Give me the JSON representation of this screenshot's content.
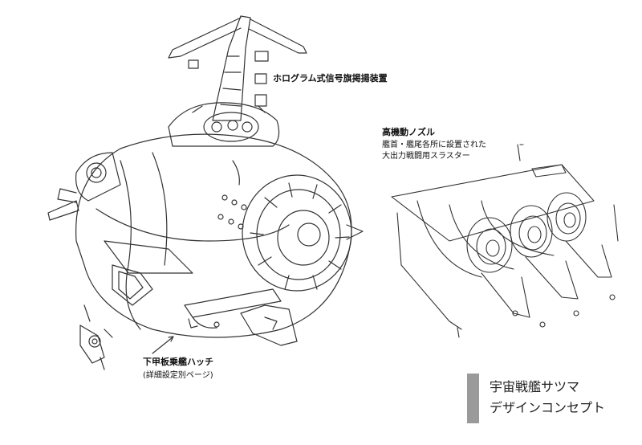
{
  "labels": {
    "hologram": "ホログラム式信号旗掲揚装置",
    "nozzle_title": "高機動ノズル",
    "nozzle_desc1": "艦首・艦尾各所に設置された",
    "nozzle_desc2": "大出力戦闘用スラスター",
    "hatch_title": "下甲板乗艦ハッチ",
    "hatch_note": "(詳細設定別ページ)"
  },
  "title_block": {
    "line1": "宇宙戦艦サツマ",
    "line2": "デザインコンセプト",
    "bar_color": "#9a9a9a"
  },
  "drawing": {
    "main_ship": "spaceship-sketch",
    "nozzle_detail": "thruster-nozzle-sketch",
    "line_color": "#333333"
  }
}
